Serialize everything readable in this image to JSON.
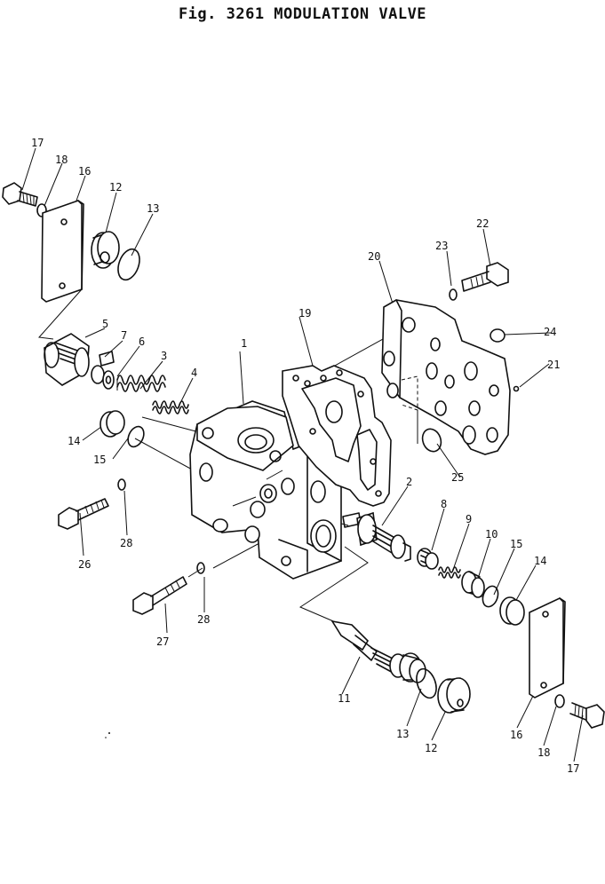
{
  "title": "Fig. 3261 MODULATION VALVE",
  "callouts": [
    "1",
    "2",
    "3",
    "4",
    "5",
    "6",
    "7",
    "8",
    "9",
    "10",
    "11",
    "12",
    "12",
    "13",
    "13",
    "14",
    "14",
    "15",
    "15",
    "16",
    "16",
    "17",
    "17",
    "18",
    "18",
    "19",
    "20",
    "21",
    "22",
    "23",
    "24",
    "25",
    "26",
    "27",
    "28",
    "28"
  ]
}
